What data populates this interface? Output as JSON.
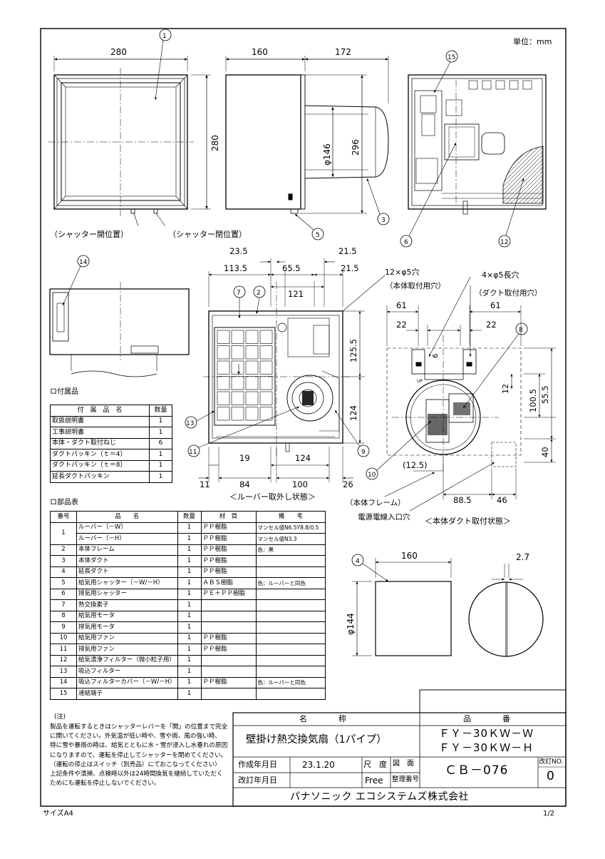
{
  "unit": "単位：mm",
  "views": {
    "front": {
      "w": "280",
      "h": "280",
      "tag": "1",
      "shutter_left": "（シャッター開位置）",
      "shutter_right": "（シャッター閉位置）"
    },
    "side": {
      "d1": "160",
      "d2": "172",
      "dia": "φ146",
      "h": "296",
      "tag3": "3",
      "tag5": "5"
    },
    "back": {
      "tag15": "15",
      "tag6": "6",
      "tag12": "12"
    },
    "top": {
      "tag14": "14"
    },
    "louver": {
      "d_23_5": "23.5",
      "d_21_5a": "21.5",
      "d_113_5": "113.5",
      "d_65_5": "65.5",
      "d_21_5b": "21.5",
      "d_121": "121",
      "d_125_5": "125.5",
      "d_124v": "124",
      "d_19": "19",
      "d_124h": "124",
      "d_11": "11",
      "d_84": "84",
      "d_100": "100",
      "d_26": "26",
      "tag7": "7",
      "tag2": "2",
      "tag13": "13",
      "tag11": "11",
      "tag9": "9",
      "holes": "12×φ5穴",
      "holes_sub": "（本体取付用穴）",
      "caption": "＜ルーバー取外し状態＞"
    },
    "duct": {
      "holes": "4×φ5長穴",
      "holes_sub": "（ダクト取付用穴）",
      "d_61a": "61",
      "d_61b": "61",
      "d_22a": "22",
      "d_22b": "22",
      "d_6": "6",
      "d_12": "12",
      "d_100_5": "100.5",
      "d_55_5": "55.5",
      "d_40": "40",
      "d_12_5": "(12.5)",
      "d_88_5": "88.5",
      "d_46": "46",
      "tag8": "8",
      "tag10": "10",
      "frame": "（本体フレーム）",
      "entry": "電源電線入口穴",
      "caption": "＜本体ダクト取付状態＞",
      "up": "UP"
    },
    "ext_duct": {
      "tag4": "4",
      "len": "160",
      "dia": "φ144",
      "t": "2.7"
    }
  },
  "accessories": {
    "title": "ロ付属品",
    "headers": [
      "付　属　品　名",
      "数量"
    ],
    "rows": [
      [
        "取扱説明書",
        "1"
      ],
      [
        "工事説明書",
        "1"
      ],
      [
        "本体・ダクト取付ねじ",
        "6"
      ],
      [
        "ダクトパッキン（ｔ＝4）",
        "1"
      ],
      [
        "ダクトパッキン（ｔ＝8）",
        "1"
      ],
      [
        "延長ダクトパッキン",
        "1"
      ]
    ]
  },
  "parts": {
    "title": "ロ部品表",
    "headers": [
      "番号",
      "品　　名",
      "数量",
      "材　質",
      "備　　考"
    ],
    "rows": [
      [
        "1",
        "ルーバー（－W）",
        "1",
        "ＰＰ樹脂",
        "マンセル値N6.5Y8.8/0.5"
      ],
      [
        "",
        "ルーバー（－H）",
        "1",
        "ＰＰ樹脂",
        "マンセル値N3.3"
      ],
      [
        "2",
        "本体フレーム",
        "1",
        "ＰＰ樹脂",
        "色：黒"
      ],
      [
        "3",
        "本体ダクト",
        "1",
        "ＰＰ樹脂",
        ""
      ],
      [
        "4",
        "延長ダクト",
        "1",
        "ＰＰ樹脂",
        ""
      ],
      [
        "5",
        "給気用シャッター（－W/－H）",
        "1",
        "ＡＢＳ樹脂",
        "色：ルーバーと同色"
      ],
      [
        "6",
        "排気用シャッター",
        "1",
        "ＰＥ＋ＰＰ樹脂",
        ""
      ],
      [
        "7",
        "熱交換素子",
        "1",
        "",
        ""
      ],
      [
        "8",
        "給気用モータ",
        "1",
        "",
        ""
      ],
      [
        "9",
        "排気用モータ",
        "1",
        "",
        ""
      ],
      [
        "10",
        "給気用ファン",
        "1",
        "ＰＰ樹脂",
        ""
      ],
      [
        "11",
        "排気用ファン",
        "1",
        "ＰＰ樹脂",
        ""
      ],
      [
        "12",
        "給気清浄フィルター（微小粒子用）",
        "1",
        "",
        ""
      ],
      [
        "13",
        "吸込フィルター",
        "1",
        "",
        ""
      ],
      [
        "14",
        "吸込フィルターカバー（－W/－H）",
        "1",
        "ＰＰ樹脂",
        "色：ルーバーと同色"
      ],
      [
        "15",
        "速結端子",
        "1",
        "",
        ""
      ]
    ]
  },
  "notes": {
    "label": "(注)",
    "text": "製品を運転するときはシャッターレバーを「開」の位置まで完全\nに開いてください。外気温が低い時や、雪や雨、風の強い時、\n特に雪や暴雨の時は、給気とともに水・雪が浸入し水垂れの原因\nになりますので、運転を停止してシャッターを閉めてください。\n（運転の停止はスイッチ（別売品）にておこなってください）\n上記条件や清掃、点検時以外は24時間換気を継続していただく\nためにも運転を停止しないでください。"
  },
  "title_block": {
    "name_label": "名　　　　称",
    "part_label": "品　　　　番",
    "product_name": "壁掛け熱交換気扇（1パイプ）",
    "model1": "ＦＹ－30ＫＷ－Ｗ",
    "model2": "ＦＹ－30ＫＷ－Ｈ",
    "created_label": "作成年月日",
    "created_date": "23.1.20",
    "scale_label": "尺　度",
    "scale_value": "Free",
    "drawing_label": "図　面",
    "control_label": "整理番号",
    "drawing_no": "ＣＢ－076",
    "rev_label": "改訂NO.",
    "rev_no": "0",
    "revised_label": "改訂年月日",
    "company": "パナソニック エコシステムズ株式会社"
  },
  "footer": {
    "size": "サイズA4",
    "page": "1/2"
  }
}
